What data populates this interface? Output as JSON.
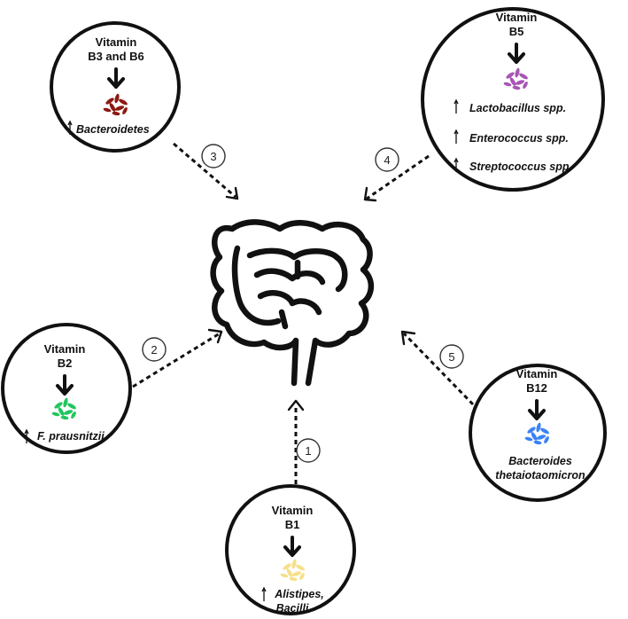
{
  "nodes": {
    "b36": {
      "vitamin_line1": "Vitamin",
      "vitamin_line2": "B3 and B6",
      "bacteria": [
        "Bacteroidetes"
      ],
      "bacteria_color": "#8b1a12",
      "number": "3"
    },
    "b5": {
      "vitamin_line1": "Vitamin",
      "vitamin_line2": "B5",
      "bacteria": [
        "Lactobacillus spp.",
        "Enterococcus spp.",
        "Streptococcus spp."
      ],
      "bacteria_color": "#a855b5",
      "number": "4"
    },
    "b2": {
      "vitamin_line1": "Vitamin",
      "vitamin_line2": "B2",
      "bacteria": [
        "F. prausnitzii"
      ],
      "bacteria_color": "#22c55e",
      "number": "2"
    },
    "b12": {
      "vitamin_line1": "Vitamin",
      "vitamin_line2": "B12",
      "bacteria": [
        "Bacteroides",
        "thetaiotaomicron"
      ],
      "bacteria_color": "#3b82f6",
      "number": "5"
    },
    "b1": {
      "vitamin_line1": "Vitamin",
      "vitamin_line2": "B1",
      "bacteria": [
        "Alistipes,",
        "Bacilli"
      ],
      "bacteria_color": "#f5e08a",
      "number": "1"
    }
  },
  "icons": {
    "center": "intestine-icon",
    "bacteria": "bacteria-cluster-icon",
    "increase": "up-arrow-icon",
    "flow": "dashed-arrow-icon"
  },
  "colors": {
    "outline": "#111111",
    "background": "#ffffff"
  }
}
